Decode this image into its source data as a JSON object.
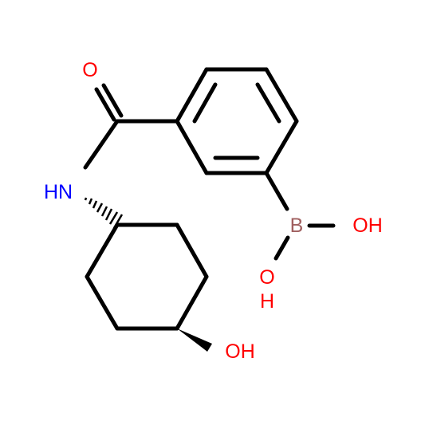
{
  "atoms": {
    "carbonyl_oxygen": {
      "label": "O",
      "color": "#ff0000"
    },
    "amide_nitrogen": {
      "label": "HN",
      "color": "#0000ff"
    },
    "boron": {
      "label": "B",
      "color": "#a06060"
    },
    "boron_oh_right": {
      "label": "OH",
      "color": "#ff0000"
    },
    "boron_o_lower": {
      "label": "O",
      "color": "#ff0000"
    },
    "boron_h_lower": {
      "label": "H",
      "color": "#ff0000"
    },
    "cyclohexyl_oh": {
      "label": "OH",
      "color": "#ff0000"
    }
  },
  "bond_color": "#000000"
}
